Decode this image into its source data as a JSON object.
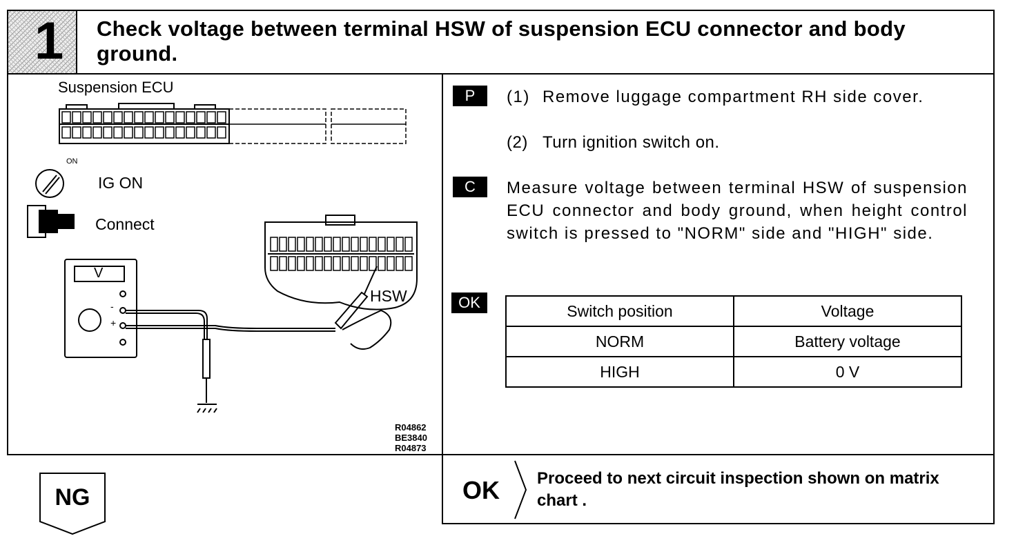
{
  "header": {
    "step_number": "1",
    "title": "Check voltage between terminal HSW of suspension ECU connector and body ground."
  },
  "diagram": {
    "ecu_label": "Suspension ECU",
    "ignition_on_mark": "ON",
    "ignition_label": "IG ON",
    "connect_label": "Connect",
    "meter_label": "V",
    "terminal_label": "HSW",
    "minus_sign": "-",
    "plus_sign": "+",
    "figure_codes": [
      "R04862",
      "BE3840",
      "R04873"
    ]
  },
  "procedure": {
    "prep_badge": "P",
    "prep_steps": [
      {
        "num": "(1)",
        "text": "Remove luggage compartment RH side cover."
      },
      {
        "num": "(2)",
        "text": "Turn ignition switch on."
      }
    ],
    "check_badge": "C",
    "check_text": "Measure voltage between terminal HSW of suspension ECU connector and body ground, when height control switch is pressed to \"NORM\" side and \"HIGH\" side.",
    "ok_badge": "OK"
  },
  "spec_table": {
    "headers": [
      "Switch position",
      "Voltage"
    ],
    "rows": [
      [
        "NORM",
        "Battery voltage"
      ],
      [
        "HIGH",
        "0 V"
      ]
    ]
  },
  "result": {
    "ng_label": "NG",
    "ok_label": "OK",
    "ok_text": "Proceed to next circuit inspection shown on matrix chart ."
  }
}
